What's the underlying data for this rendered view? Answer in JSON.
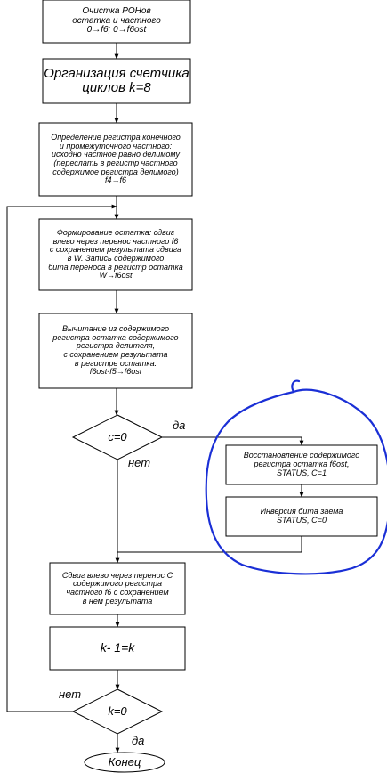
{
  "flowchart": {
    "blocks": {
      "clear": "Очистка РОНов\nостатка и частного\n0→f6; 0→f6ost",
      "counter": "Организация счетчика\nциклов k=8",
      "define_registers": "Определение регистра конечного\nи промежуточного частного:\nисходно частное равно делимому\n(переслать в регистр частного\nсодержимое регистра делимого)\nf4→f6",
      "shift_remainder": "Формирование остатка: сдвиг\nвлево через перенос частного f6\nс сохранением результата сдвига\nв W. Запись содержимого\nбита переноса в регистр остатка\nW→f6ost",
      "subtract": "Вычитание из содержимого\nрегистра остатка содержимого\nрегистра делителя,\nс сохранением результата\nв регистре остатка.\nf6ost-f5→f6ost",
      "restore": "Восстановление содержимого\nрегистра остатка f6ost,\nSTATUS, C=1",
      "invert": "Инверсия бита заема\nSTATUS, C=0",
      "shift_left": "Сдвиг влево через перенос С\nсодержимого регистра\nчастного f6 с сохранением\nв нем результата",
      "decrement": "k- 1=k",
      "end": "Конец"
    },
    "decisions": {
      "c_check": "c=0",
      "k_check": "k=0"
    },
    "branch_labels": {
      "c_yes": "да",
      "c_no": "нет",
      "k_no": "нет",
      "k_yes": "да"
    }
  },
  "colors": {
    "stroke": "#000000",
    "highlight": "#1a2fd6"
  }
}
